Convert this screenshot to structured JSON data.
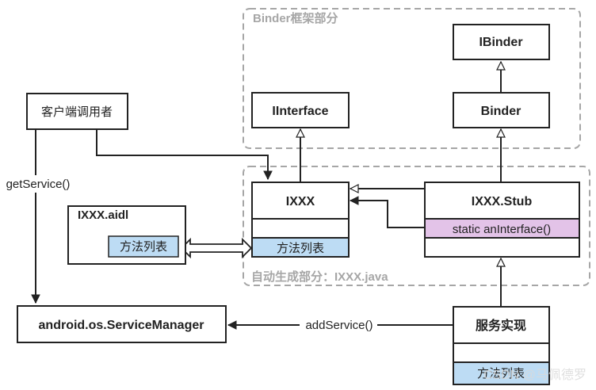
{
  "groups": {
    "binder": "Binder框架部分",
    "auto": "自动生成部分：IXXX.java"
  },
  "boxes": {
    "ibinder": "IBinder",
    "binder": "Binder",
    "iinterface": "IInterface",
    "ixxx": "IXXX",
    "ixxx_method": "方法列表",
    "stub": "IXXX.Stub",
    "stub_method": "static anInterface()",
    "caller": "客户端调用者",
    "aidl": "IXXX.aidl",
    "aidl_method": "方法列表",
    "manager": "android.os.ServiceManager",
    "impl": "服务实现",
    "impl_method": "方法列表"
  },
  "labels": {
    "get_service": "getService()",
    "add_service": "addService()"
  },
  "watermark": "CSDN @马佩德罗",
  "colors": {
    "light_blue": "#bddcf4",
    "light_purple": "#e3c3e8",
    "dashed_gray": "#a6a6a6",
    "group_title": "#a6a6a6",
    "stroke": "#222222"
  }
}
